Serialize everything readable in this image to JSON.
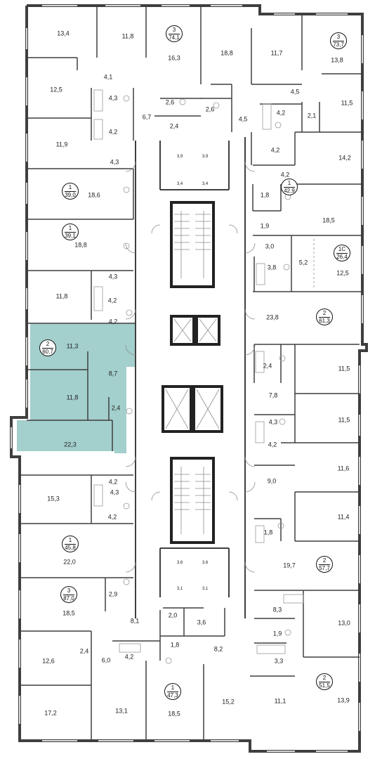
{
  "colors": {
    "wall": "#3f3f3f",
    "wall_light": "#8d8d8d",
    "window": "#d9d9d9",
    "highlight": "#a3cfcc",
    "fixture": "#9a9a9a",
    "core": "#222222"
  },
  "apartments": [
    {
      "id": "apt-a",
      "rooms": "3",
      "area": "74,1"
    },
    {
      "id": "apt-b",
      "rooms": "3",
      "area": "73,7"
    },
    {
      "id": "apt-c",
      "rooms": "1",
      "area": "39,0"
    },
    {
      "id": "apt-d",
      "rooms": "1",
      "area": "42,9"
    },
    {
      "id": "apt-e",
      "rooms": "1",
      "area": "39,1"
    },
    {
      "id": "apt-f",
      "rooms": "1С",
      "area": "26,4"
    },
    {
      "id": "apt-g",
      "rooms": "2",
      "area": "61,3"
    },
    {
      "id": "apt-h",
      "rooms": "2",
      "area": "60,7"
    },
    {
      "id": "apt-i",
      "rooms": "1",
      "area": "45,8"
    },
    {
      "id": "apt-j",
      "rooms": "2",
      "area": "57,7"
    },
    {
      "id": "apt-k",
      "rooms": "3",
      "area": "87,0"
    },
    {
      "id": "apt-l",
      "rooms": "2",
      "area": "51,5"
    },
    {
      "id": "apt-m",
      "rooms": "1",
      "area": "47,3"
    }
  ],
  "rooms": [
    "13,4",
    "11,8",
    "16,3",
    "18,8",
    "11,7",
    "13,8",
    "4,1",
    "12,5",
    "4,3",
    "4,2",
    "2,6",
    "2,6",
    "6,7",
    "2,4",
    "4,5",
    "4,5",
    "4,2",
    "2,1",
    "11,5",
    "11,9",
    "4,2",
    "14,2",
    "4,3",
    "3,9",
    "3,9",
    "4,2",
    "18,6",
    "3,4",
    "3,4",
    "1,8",
    "18,5",
    "1,9",
    "18,8",
    "3,0",
    "5,2",
    "3,8",
    "12,5",
    "4,3",
    "11,8",
    "4,2",
    "23,8",
    "11,3",
    "4,2",
    "8,7",
    "2,4",
    "11,5",
    "7,8",
    "11,8",
    "2,4",
    "4,3",
    "11,5",
    "22,3",
    "4,2",
    "11,6",
    "4,2",
    "15,3",
    "4,3",
    "9,0",
    "11,4",
    "4,2",
    "1,8",
    "22,0",
    "3,6",
    "3,6",
    "19,7",
    "3,1",
    "3,1",
    "2,9",
    "8,3",
    "18,5",
    "8,1",
    "2,0",
    "3,6",
    "13,0",
    "1,9",
    "1,8",
    "8,2",
    "12,6",
    "2,4",
    "3,3",
    "6,0",
    "4,2",
    "17,2",
    "13,1",
    "18,5",
    "15,2",
    "11,1",
    "13,9"
  ]
}
